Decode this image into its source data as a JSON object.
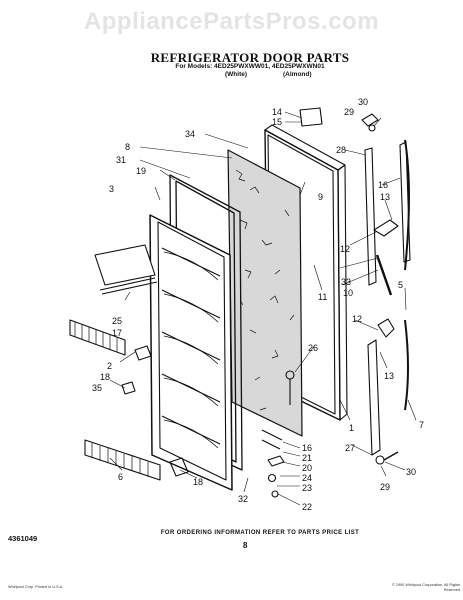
{
  "watermark": "AppliancePartsPros.com",
  "header": {
    "title": "REFRIGERATOR DOOR PARTS",
    "models_line": "For Models: 4ED25PWXWW01, 4ED25PWXWN01",
    "finish_white": "(White)",
    "finish_almond": "(Almond)"
  },
  "callouts": {
    "c14": "14",
    "c15": "15",
    "c29a": "29",
    "c30a": "30",
    "c34": "34",
    "c8": "8",
    "c28": "28",
    "c31": "31",
    "c19": "19",
    "c9": "9",
    "c3": "3",
    "c16a": "16",
    "c13a": "13",
    "c12a": "12",
    "c11": "11",
    "c33": "33",
    "c10": "10",
    "c5": "5",
    "c25": "25",
    "c17": "17",
    "c12b": "12",
    "c2": "2",
    "c18a": "18",
    "c35": "35",
    "c26": "26",
    "c13b": "13",
    "c1": "1",
    "c27": "27",
    "c7": "7",
    "c16b": "16",
    "c21": "21",
    "c20": "20",
    "c24": "24",
    "c23": "23",
    "c22": "22",
    "c6": "6",
    "c18b": "18",
    "c32": "32",
    "c30b": "30",
    "c29b": "29"
  },
  "footer": {
    "instruction": "FOR ORDERING INFORMATION REFER TO PARTS PRICE LIST",
    "page_number": "8",
    "doc_number": "4361049",
    "fineprint_left": "Whirlpool Corp. Printed in U.S.A.",
    "fineprint_right": "© 1990 Whirlpool Corporation. All Rights Reserved"
  }
}
